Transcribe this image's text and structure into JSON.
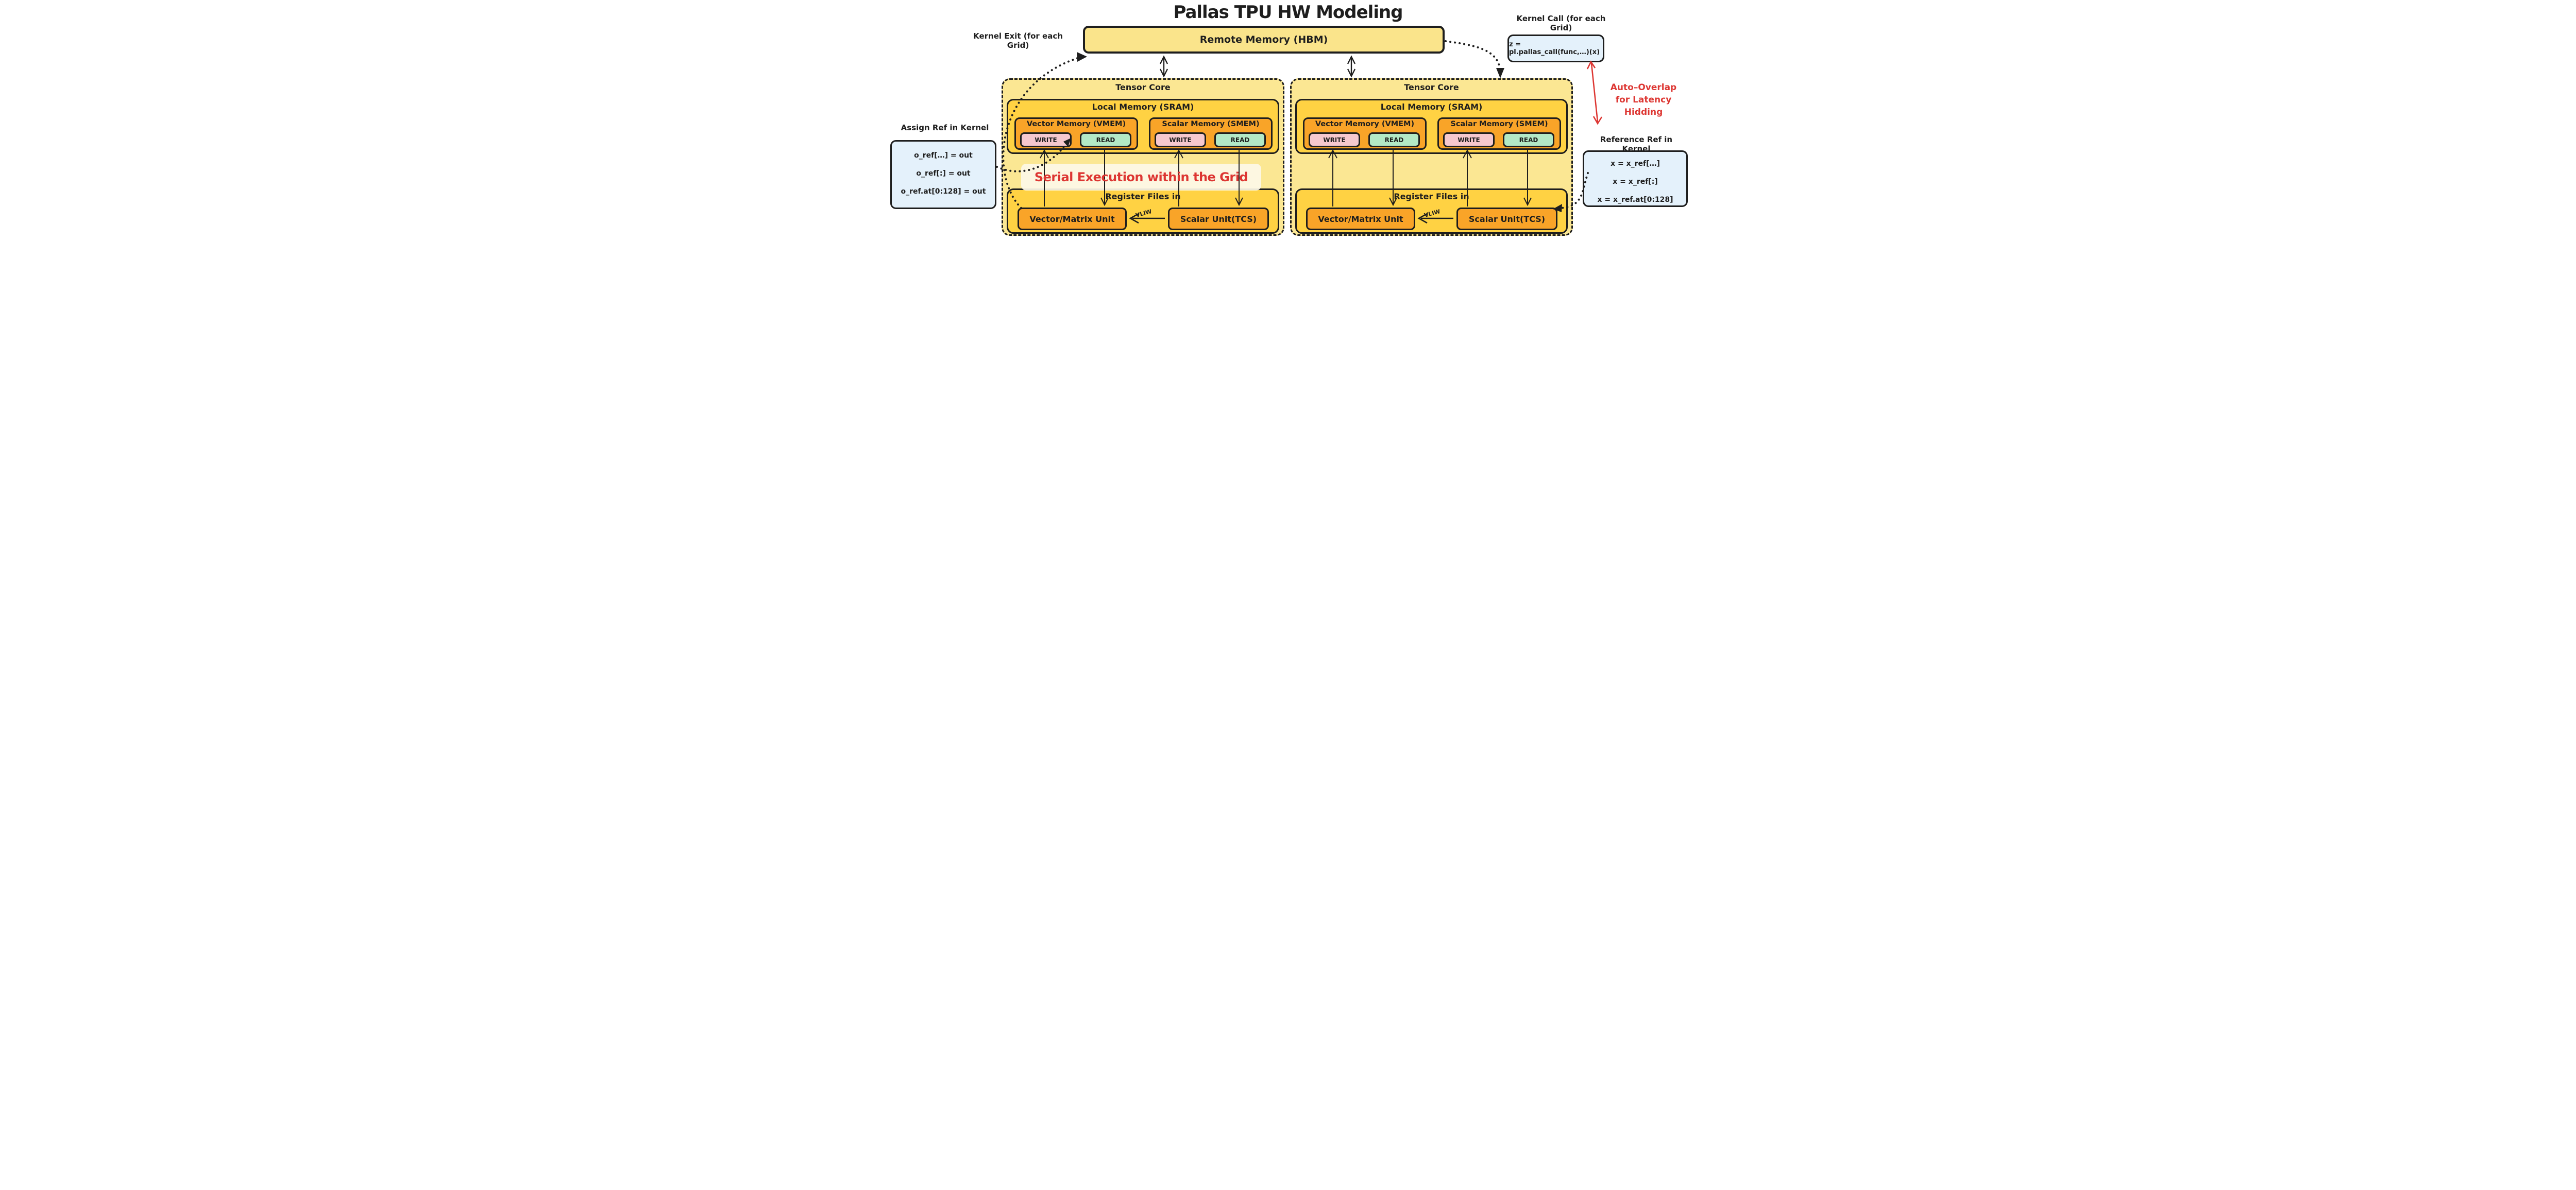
{
  "title": "Pallas TPU HW Modeling",
  "hbm": {
    "label": "Remote Memory (HBM)"
  },
  "kernel_exit": {
    "label": "Kernel Exit (for each Grid)"
  },
  "kernel_call": {
    "label": "Kernel Call (for each Grid)",
    "code": "z = pl.pallas_call(func,…)(x)"
  },
  "auto_overlap": {
    "line1": "Auto–Overlap",
    "line2": "for Latency",
    "line3": "Hidding"
  },
  "assign_ref": {
    "label": "Assign Ref in Kernel",
    "lines": [
      "o_ref[…] = out",
      "o_ref[:] = out",
      "o_ref.at[0:128] = out"
    ]
  },
  "reference_ref": {
    "label": "Reference Ref in Kernel",
    "lines": [
      "x = x_ref[…]",
      "x = x_ref[:]",
      "x = x_ref.at[0:128]"
    ]
  },
  "serial_execution": {
    "text": "Serial Execution within the Grid"
  },
  "cores": [
    {
      "title": "Tensor Core",
      "sram_label": "Local Memory (SRAM)",
      "vmem_label": "Vector Memory (VMEM)",
      "smem_label": "Scalar Memory (SMEM)",
      "write_label": "WRITE",
      "read_label": "READ",
      "regfile_label": "Register Files in",
      "vector_unit_label": "Vector/Matrix Unit",
      "scalar_unit_label": "Scalar Unit(TCS)",
      "vliw_label": "VLIW"
    },
    {
      "title": "Tensor Core",
      "sram_label": "Local Memory (SRAM)",
      "vmem_label": "Vector Memory (VMEM)",
      "smem_label": "Scalar Memory (SMEM)",
      "write_label": "WRITE",
      "read_label": "READ",
      "regfile_label": "Register Files in",
      "vector_unit_label": "Vector/Matrix Unit",
      "scalar_unit_label": "Scalar Unit(TCS)",
      "vliw_label": "VLIW"
    }
  ],
  "colors": {
    "ink": "#1E1E1E",
    "hbm_fill": "#FAE48B",
    "core_fill": "#FBE793",
    "sram_fill": "#FFD243",
    "mem_fill": "#F9A428",
    "write_fill": "#F6C8CE",
    "read_fill": "#B3E9C6",
    "code_box_fill": "#E4F1FB",
    "serial_fill": "#FDF9E7",
    "accent_red": "#DD3632"
  }
}
